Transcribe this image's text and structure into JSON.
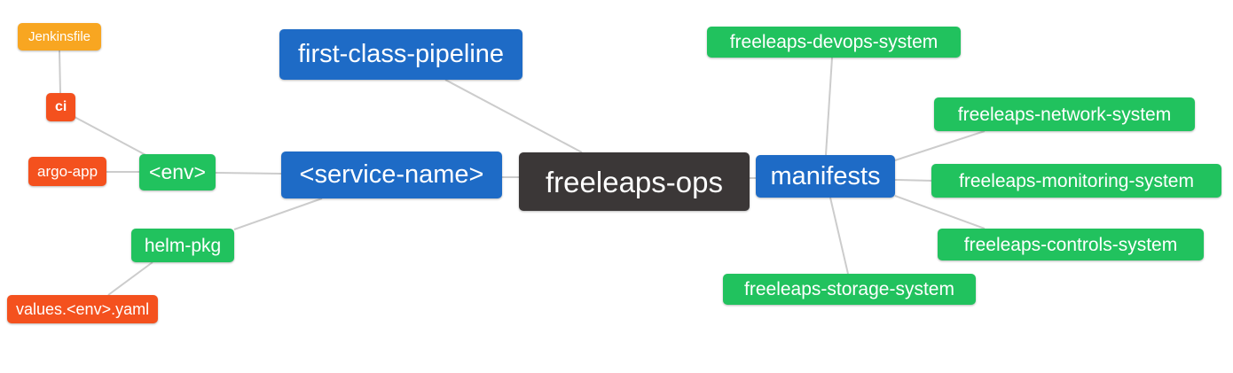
{
  "colors": {
    "canvas": "#ffffff",
    "root_node": "#3b3737",
    "branch_blue": "#1e6bc6",
    "leaf_green": "#21c25e",
    "leaf_red": "#f4511e",
    "leaf_orange": "#f8a621",
    "edge": "#cccccc",
    "node_text": "#ffffff"
  },
  "map": {
    "root": {
      "label": "freeleaps-ops"
    },
    "left_branch": {
      "pipeline": {
        "label": "first-class-pipeline"
      },
      "service": {
        "label": "<service-name>"
      },
      "env": {
        "label": "<env>"
      },
      "helm_pkg": {
        "label": "helm-pkg"
      },
      "ci": {
        "label": "ci"
      },
      "jenkinsfile": {
        "label": "Jenkinsfile"
      },
      "argo_app": {
        "label": "argo-app"
      },
      "values_yaml": {
        "label": "values.<env>.yaml"
      }
    },
    "right_branch": {
      "manifests": {
        "label": "manifests"
      },
      "systems": [
        {
          "label": "freeleaps-devops-system"
        },
        {
          "label": "freeleaps-network-system"
        },
        {
          "label": "freeleaps-monitoring-system"
        },
        {
          "label": "freeleaps-controls-system"
        },
        {
          "label": "freeleaps-storage-system"
        }
      ]
    }
  }
}
